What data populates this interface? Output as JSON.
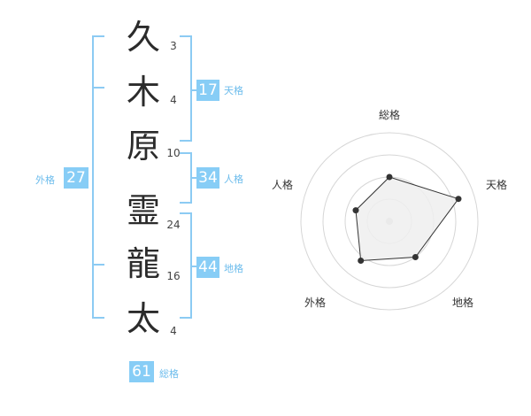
{
  "name_chars": [
    {
      "char": "久",
      "strokes": "3"
    },
    {
      "char": "木",
      "strokes": "4"
    },
    {
      "char": "原",
      "strokes": "10"
    },
    {
      "char": "霊",
      "strokes": "24"
    },
    {
      "char": "龍",
      "strokes": "16"
    },
    {
      "char": "太",
      "strokes": "4"
    }
  ],
  "scores": {
    "tenkaku": {
      "value": "17",
      "label": "天格"
    },
    "jinkaku": {
      "value": "34",
      "label": "人格"
    },
    "chikaku": {
      "value": "44",
      "label": "地格"
    },
    "gaikaku": {
      "value": "27",
      "label": "外格"
    },
    "soukaku": {
      "value": "61",
      "label": "総格"
    }
  },
  "radar": {
    "axes": [
      "総格",
      "天格",
      "地格",
      "外格",
      "人格"
    ],
    "values": [
      0.5,
      0.82,
      0.5,
      0.55,
      0.4
    ]
  },
  "colors": {
    "accent": "#87cdf6",
    "bracket": "#8ccbf3",
    "radar_fill": "#eeeeee"
  }
}
